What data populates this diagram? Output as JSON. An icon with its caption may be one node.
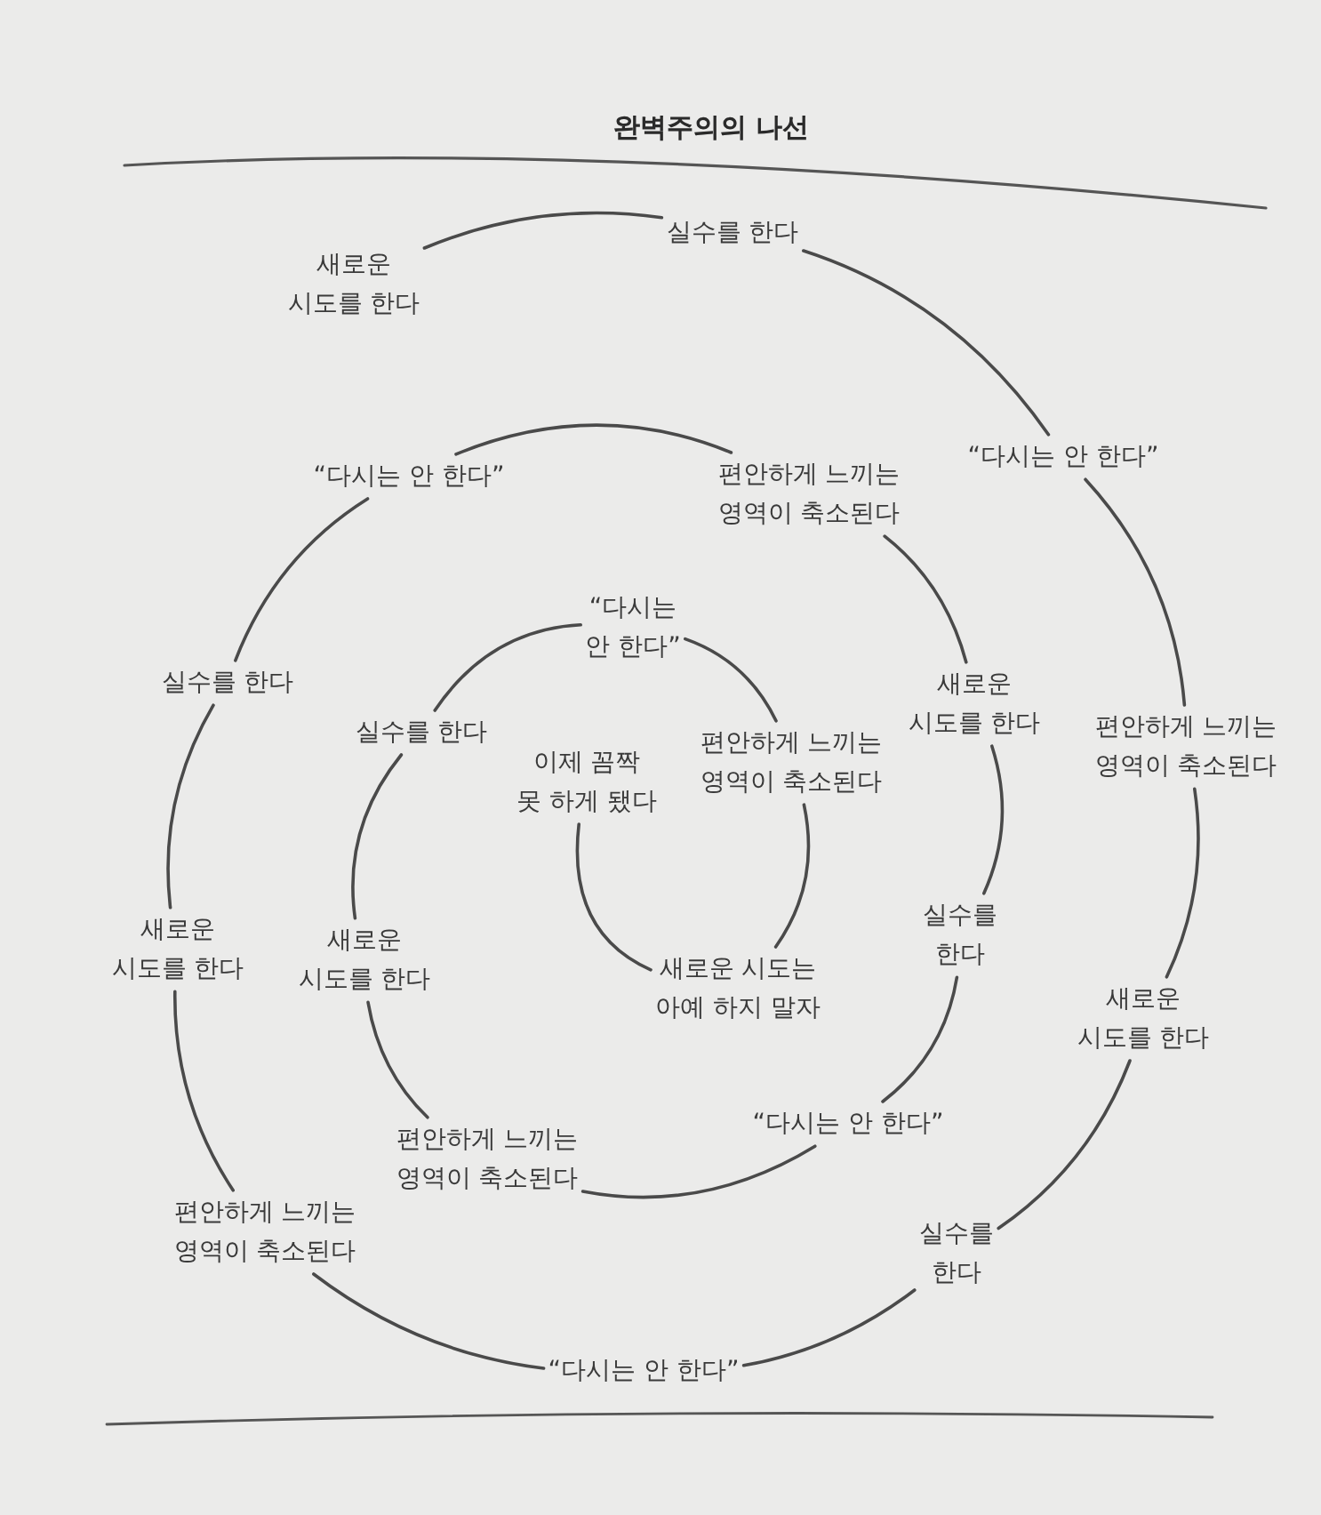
{
  "diagram": {
    "title": "완벽주의의 나선",
    "nodes": [
      {
        "text": [
          "새로운 시도를 한다"
        ]
      },
      {
        "text": [
          "실수를 한다"
        ]
      },
      {
        "text": [
          "“다시는 안 한다”"
        ]
      },
      {
        "text": [
          "편안하게 느끼는 영역이 축소된다"
        ]
      },
      {
        "text": [
          "새로운 시도를 한다"
        ]
      },
      {
        "text": [
          "실수를 한다"
        ]
      },
      {
        "text": [
          "“다시는 안 한다”"
        ]
      },
      {
        "text": [
          "편안하게 느끼는 영역이 축소된다"
        ]
      },
      {
        "text": [
          "새로운 시도를 한다"
        ]
      },
      {
        "text": [
          "실수를 한다"
        ]
      },
      {
        "text": [
          "“다시는 안 한다”"
        ]
      },
      {
        "text": [
          "편안하게 느끼는 영역이 축소된다"
        ]
      },
      {
        "text": [
          "새로운 시도를 한다"
        ]
      },
      {
        "text": [
          "실수를 한다"
        ]
      },
      {
        "text": [
          "“다시는 안 한다”"
        ]
      },
      {
        "text": [
          "편안하게 느끼는 영역이 축소된다"
        ]
      },
      {
        "text": [
          "새로운 시도를 한다"
        ]
      },
      {
        "text": [
          "실수를 한다"
        ]
      },
      {
        "text": [
          "“다시는 안 한다”"
        ]
      },
      {
        "text": [
          "편안하게 느끼는 영역이 축소된다"
        ]
      },
      {
        "text": [
          "새로운 시도는 아예 하지 말자"
        ]
      },
      {
        "text": [
          "이제 꼼짝 못 하게 됐다"
        ]
      }
    ],
    "edges": [
      {
        "from": 0,
        "to": 1,
        "arrow": "none"
      },
      {
        "from": 1,
        "to": 2,
        "arrow": "none"
      },
      {
        "from": 2,
        "to": 3,
        "arrow": "none"
      },
      {
        "from": 3,
        "to": 4,
        "arrow": "none"
      },
      {
        "from": 4,
        "to": 5,
        "arrow": "none"
      },
      {
        "from": 5,
        "to": 6,
        "arrow": "none"
      },
      {
        "from": 6,
        "to": 7,
        "arrow": "none"
      },
      {
        "from": 7,
        "to": 8,
        "arrow": "none"
      },
      {
        "from": 8,
        "to": 9,
        "arrow": "none"
      },
      {
        "from": 9,
        "to": 10,
        "arrow": "none"
      },
      {
        "from": 10,
        "to": 11,
        "arrow": "none"
      },
      {
        "from": 11,
        "to": 12,
        "arrow": "none"
      },
      {
        "from": 12,
        "to": 13,
        "arrow": "none"
      },
      {
        "from": 13,
        "to": 14,
        "arrow": "none"
      },
      {
        "from": 14,
        "to": 15,
        "arrow": "none"
      },
      {
        "from": 15,
        "to": 16,
        "arrow": "none"
      },
      {
        "from": 16,
        "to": 17,
        "arrow": "none"
      },
      {
        "from": 17,
        "to": 18,
        "arrow": "none"
      },
      {
        "from": 18,
        "to": 19,
        "arrow": "none"
      },
      {
        "from": 19,
        "to": 20,
        "arrow": "none"
      },
      {
        "from": 20,
        "to": 21,
        "arrow": "none"
      }
    ]
  }
}
